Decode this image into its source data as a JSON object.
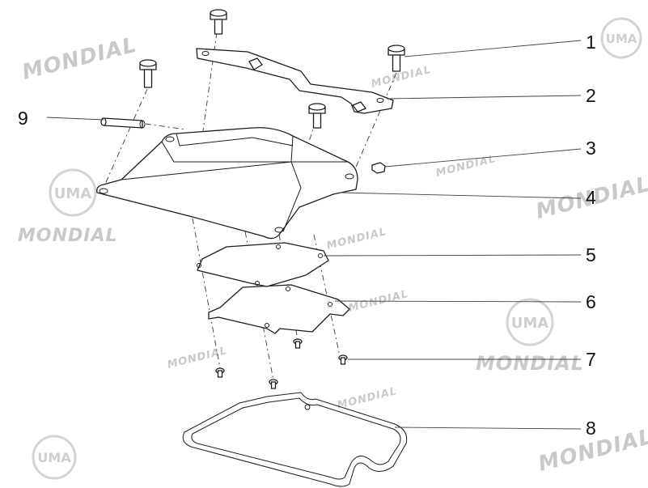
{
  "watermark_text": "MONDIAL",
  "logo_text": "UMA",
  "callouts": [
    "1",
    "2",
    "3",
    "4",
    "5",
    "6",
    "7",
    "8",
    "9"
  ]
}
